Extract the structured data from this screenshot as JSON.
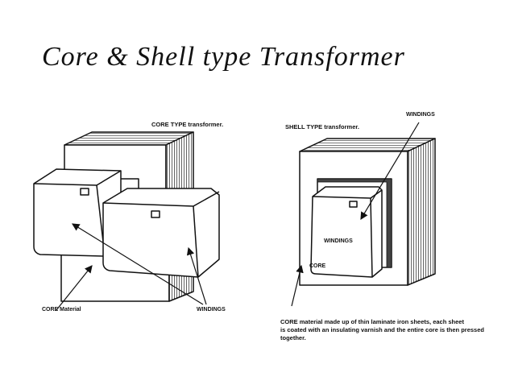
{
  "slide": {
    "title": "Core & Shell type Transformer"
  },
  "core_diagram": {
    "heading": "CORE TYPE transformer.",
    "label_core": "CORE Material",
    "label_windings": "WINDINGS"
  },
  "shell_diagram": {
    "heading": "SHELL TYPE transformer.",
    "label_windings_top": "WINDINGS",
    "label_windings_inner": "WINDINGS",
    "label_core": "CORE",
    "caption_lines": [
      "CORE material made up of thin laminate iron sheets, each sheet",
      "is coated with an insulating varnish and the entire core is then pressed",
      "together."
    ]
  }
}
